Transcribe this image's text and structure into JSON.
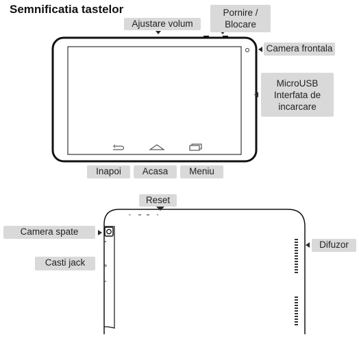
{
  "title": "Semnificatia tastelor",
  "front_labels": {
    "volume": "Ajustare volum",
    "power_line1": "Pornire /",
    "power_line2": "Blocare",
    "front_camera": "Camera frontala",
    "usb_line1": "MicroUSB",
    "usb_line2": "Interfata de",
    "usb_line3": "incarcare",
    "back": "Inapoi",
    "home": "Acasa",
    "menu": "Meniu"
  },
  "rear_labels": {
    "reset": "Reset",
    "rear_camera": "Camera spate",
    "headphone_jack": "Casti jack",
    "speaker": "Difuzor"
  },
  "icons": [
    "back-icon",
    "home-icon",
    "recent-apps-icon",
    "arrow-icon"
  ],
  "colors": {
    "label_bg": "#d9d9d9",
    "outline": "#111111",
    "arrow": "#2a2a2a"
  }
}
